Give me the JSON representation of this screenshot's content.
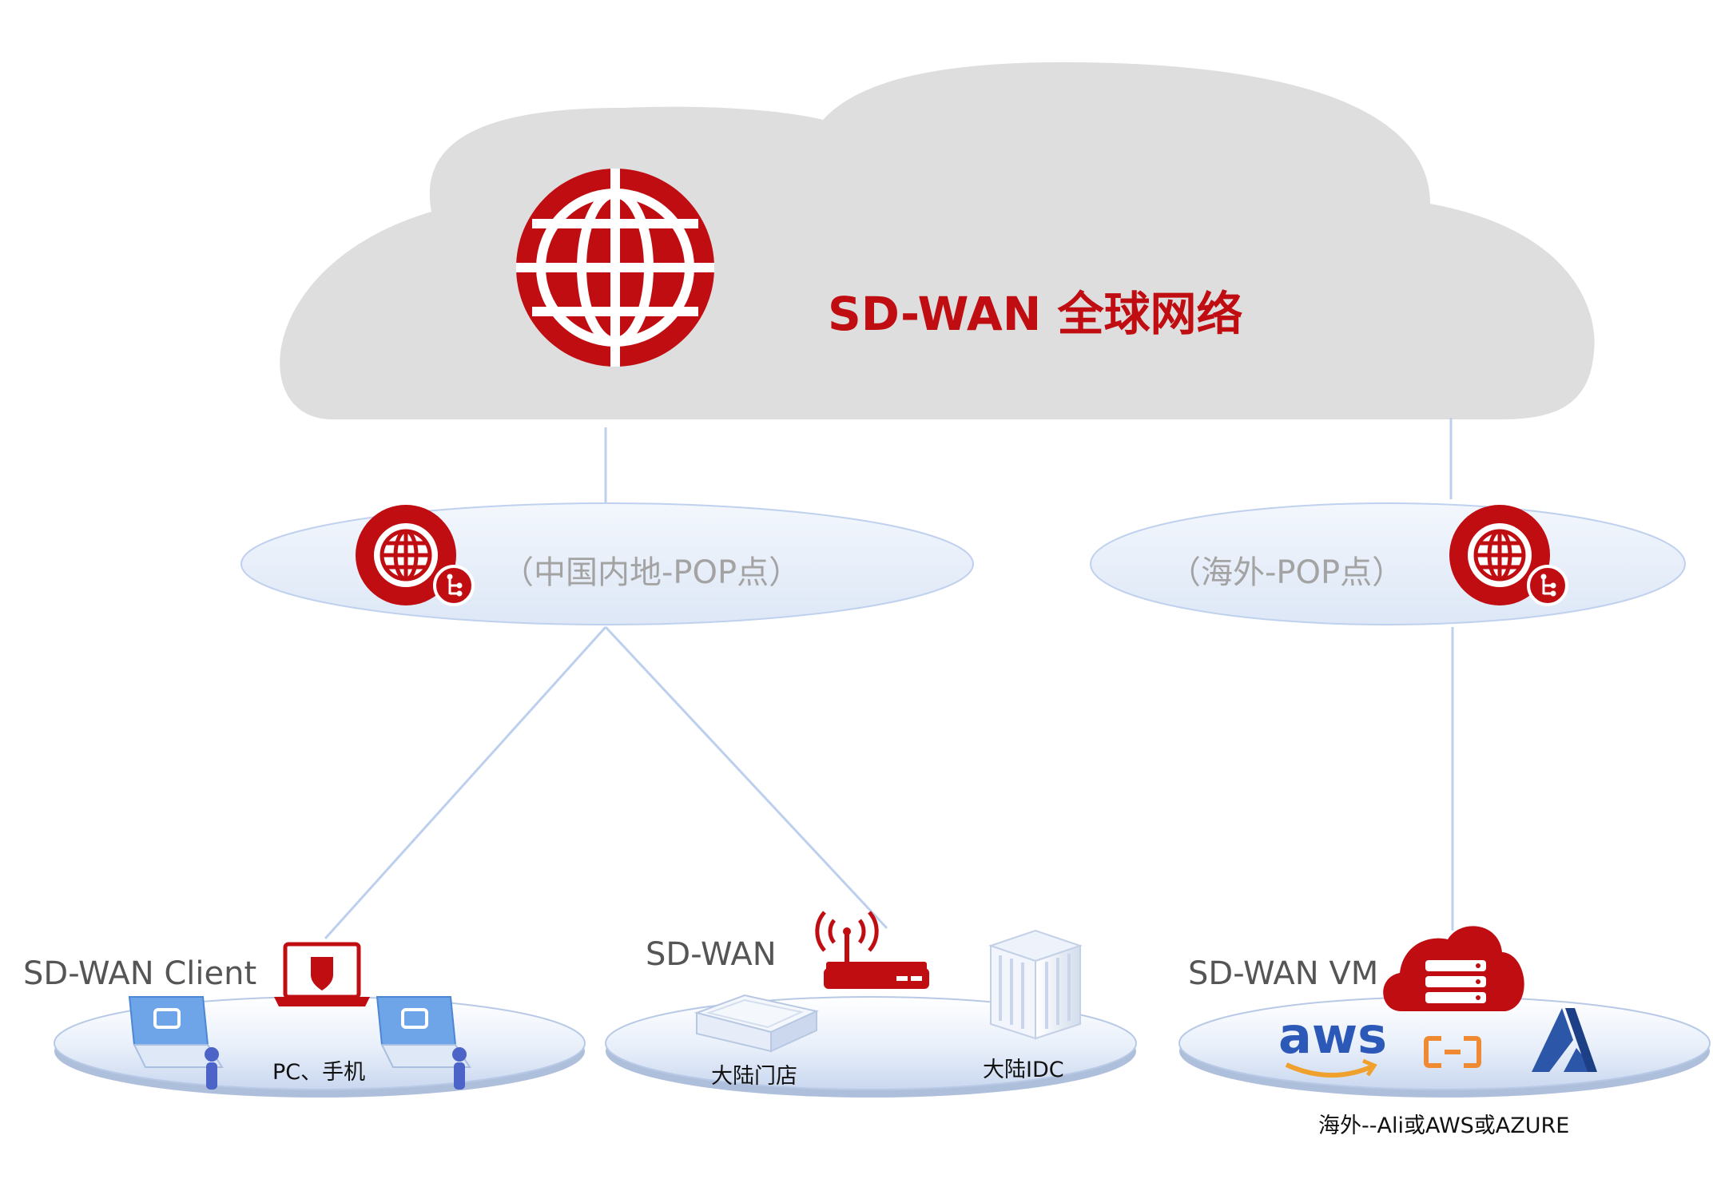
{
  "cloud": {
    "title": "SD-WAN 全球网络"
  },
  "pops": {
    "china": "（中国内地-POP点）",
    "overseas": "（海外-POP点）"
  },
  "sites": {
    "client": {
      "title": "SD-WAN Client",
      "label": "PC、手机"
    },
    "edge": {
      "title": "SD-WAN",
      "store_label": "大陆门店",
      "idc_label": "大陆IDC"
    },
    "vm": {
      "title": "SD-WAN VM",
      "aws_text": "aws",
      "caption": "海外--Ali或AWS或AZURE"
    }
  },
  "colors": {
    "brand_red": "#c00d12",
    "cloud_gray": "#dedede",
    "line_blue": "#bcd0ee",
    "text_gray": "#a3a3a3",
    "text_dark": "#555555"
  }
}
